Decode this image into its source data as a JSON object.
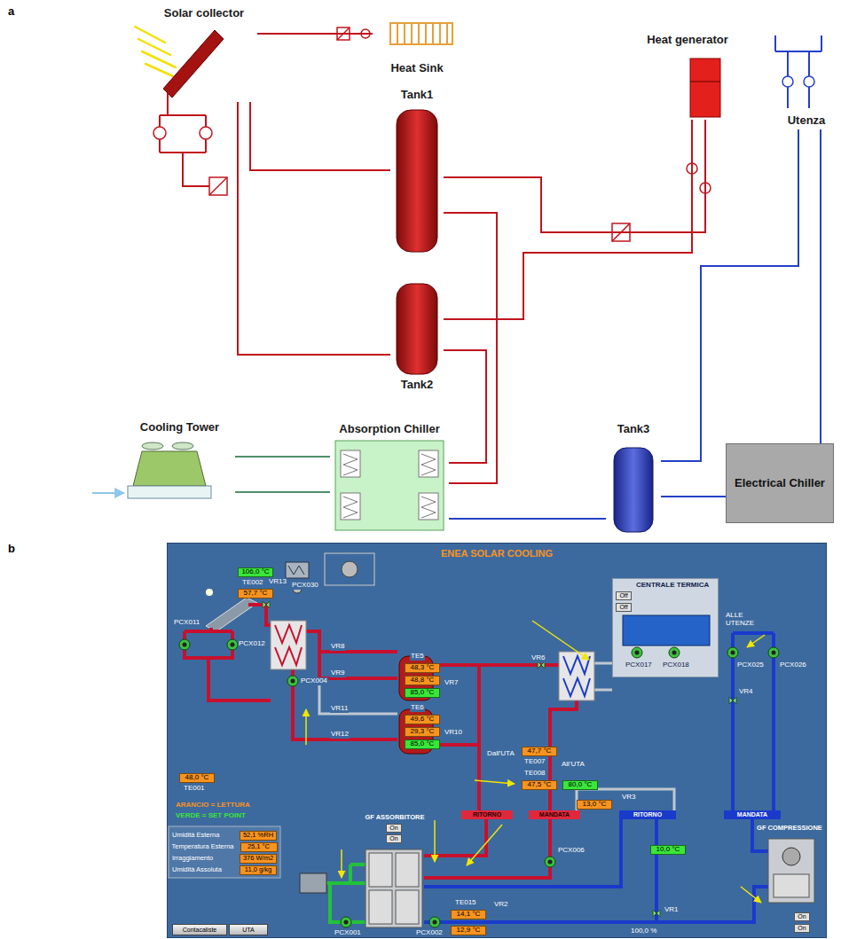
{
  "diagram": {
    "nodes": [
      {
        "text": [
          "Solar collector"
        ]
      },
      {
        "text": [
          "Heat Sink"
        ]
      },
      {
        "text": [
          "Heat generator"
        ]
      },
      {
        "text": [
          "Tank1"
        ]
      },
      {
        "text": [
          "Tank2"
        ]
      },
      {
        "text": [
          "Utenza"
        ]
      },
      {
        "text": [
          "Cooling Tower"
        ]
      },
      {
        "text": [
          "Absorption Chiller"
        ]
      },
      {
        "text": [
          "Tank3"
        ]
      },
      {
        "text": [
          "Electrical Chiller"
        ]
      },
      {
        "text": [
          "ENEA SOLAR COOLING"
        ]
      },
      {
        "text": [
          "106,0 °C"
        ],
        "in": 10
      },
      {
        "text": [
          "57,7 °C"
        ],
        "in": 10
      },
      {
        "text": [
          "48,0 °C"
        ],
        "in": 10
      },
      {
        "text": [
          "48,3 °C"
        ],
        "in": 10
      },
      {
        "text": [
          "48,8 °C"
        ],
        "in": 10
      },
      {
        "text": [
          "85,0 °C"
        ],
        "in": 10
      },
      {
        "text": [
          "49,6 °C"
        ],
        "in": 10
      },
      {
        "text": [
          "29,3 °C"
        ],
        "in": 10
      },
      {
        "text": [
          "85,0 °C"
        ],
        "in": 10
      },
      {
        "text": [
          "CENTRALE TERMICA"
        ],
        "in": 10
      },
      {
        "text": [
          "Off"
        ],
        "in": 20
      },
      {
        "text": [
          "Off"
        ],
        "in": 20
      },
      {
        "text": [
          "47,7 °C"
        ],
        "in": 10
      },
      {
        "text": [
          "47,5 °C"
        ],
        "in": 10
      },
      {
        "text": [
          "80,0 °C"
        ],
        "in": 10
      },
      {
        "text": [
          "13,0 °C"
        ],
        "in": 10
      },
      {
        "text": [
          "RITORNO"
        ],
        "in": 10
      },
      {
        "text": [
          "MANDATA"
        ],
        "in": 10
      },
      {
        "text": [
          "RITORNO"
        ],
        "in": 10
      },
      {
        "text": [
          "MANDATA"
        ],
        "in": 10
      },
      {
        "text": [
          "Umidità Esterna",
          "52,1 %RH"
        ],
        "in": 10
      },
      {
        "text": [
          "Temperatura Esterna",
          "25,1 °C"
        ],
        "in": 10
      },
      {
        "text": [
          "Irraggiamento",
          "376 W/m2"
        ],
        "in": 10
      },
      {
        "text": [
          "Umidità Assoluta",
          "11,0 g/kg"
        ],
        "in": 10
      },
      {
        "text": [
          "GF ASSORBITORE"
        ],
        "in": 10
      },
      {
        "text": [
          "On"
        ],
        "in": 35
      },
      {
        "text": [
          "On"
        ],
        "in": 35
      },
      {
        "text": [
          "10,0 °C"
        ],
        "in": 10
      },
      {
        "text": [
          "14,1 °C"
        ],
        "in": 10
      },
      {
        "text": [
          "12,9 °C"
        ],
        "in": 10
      },
      {
        "text": [
          "GF COMPRESSIONE"
        ],
        "in": 10
      },
      {
        "text": [
          "On"
        ],
        "in": 41
      },
      {
        "text": [
          "On"
        ],
        "in": 41
      },
      {
        "text": [
          "Contacaliste"
        ],
        "in": 10
      },
      {
        "text": [
          "UTA"
        ],
        "in": 10
      }
    ],
    "edges": [
      {
        "from": 0,
        "to": 1,
        "arrow": "none"
      },
      {
        "from": 0,
        "to": 3,
        "arrow": "none"
      },
      {
        "from": 0,
        "to": 4,
        "arrow": "none"
      },
      {
        "from": 3,
        "to": 7,
        "arrow": "none"
      },
      {
        "from": 4,
        "to": 7,
        "arrow": "none"
      },
      {
        "from": 2,
        "to": 3,
        "arrow": "none"
      },
      {
        "from": 2,
        "to": 4,
        "arrow": "none"
      },
      {
        "from": 6,
        "to": 7,
        "arrow": "none"
      },
      {
        "from": 6,
        "to": 7,
        "arrow": "none"
      },
      {
        "from": 7,
        "to": 8,
        "arrow": "none"
      },
      {
        "from": 8,
        "to": 5,
        "arrow": "none"
      },
      {
        "from": 8,
        "to": 9,
        "arrow": "none"
      },
      {
        "from": 9,
        "to": 5,
        "arrow": "none"
      }
    ],
    "labels": [
      "a",
      "b",
      "TE002",
      "VR13",
      "PCX030",
      "PCX011",
      "PCX012",
      "TE001",
      "PCX004",
      "VR8",
      "TE5",
      "VR9",
      "VR7",
      "VR11",
      "TE6",
      "VR12",
      "VR10",
      "ARANCIO = LETTURA",
      "VERDE = SET POINT",
      "Dall'UTA",
      "VR6",
      "TE007",
      "All'UTA",
      "TE008",
      "PCX017",
      "PCX018",
      "ALLE UTENZE",
      "PCX025",
      "PCX026",
      "VR4",
      "VR3",
      "PCX006",
      "TE015",
      "VR2",
      "VR1",
      "100,0 %",
      "PCX001",
      "PCX002"
    ]
  }
}
